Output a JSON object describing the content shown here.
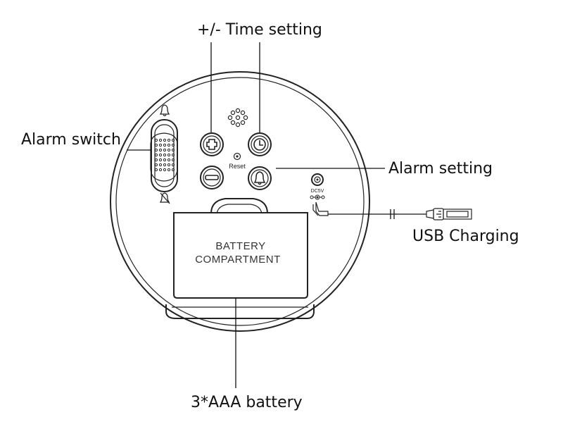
{
  "labels": {
    "time_setting": "+/- Time setting",
    "alarm_switch": "Alarm switch",
    "alarm_setting": "Alarm setting",
    "usb_charging": "USB Charging",
    "battery_type": "3*AAA battery"
  },
  "device": {
    "reset": "Reset",
    "dc_input": "DC5V",
    "battery_line1": "BATTERY",
    "battery_line2": "COMPARTMENT"
  },
  "icons": [
    "bell-icon",
    "muted-bell-icon",
    "plus-icon",
    "minus-icon",
    "clock-icon",
    "speaker-grille-icon",
    "usb-plug-icon",
    "dc-jack-icon"
  ],
  "colors": {
    "line": "#222222",
    "background": "#ffffff"
  }
}
